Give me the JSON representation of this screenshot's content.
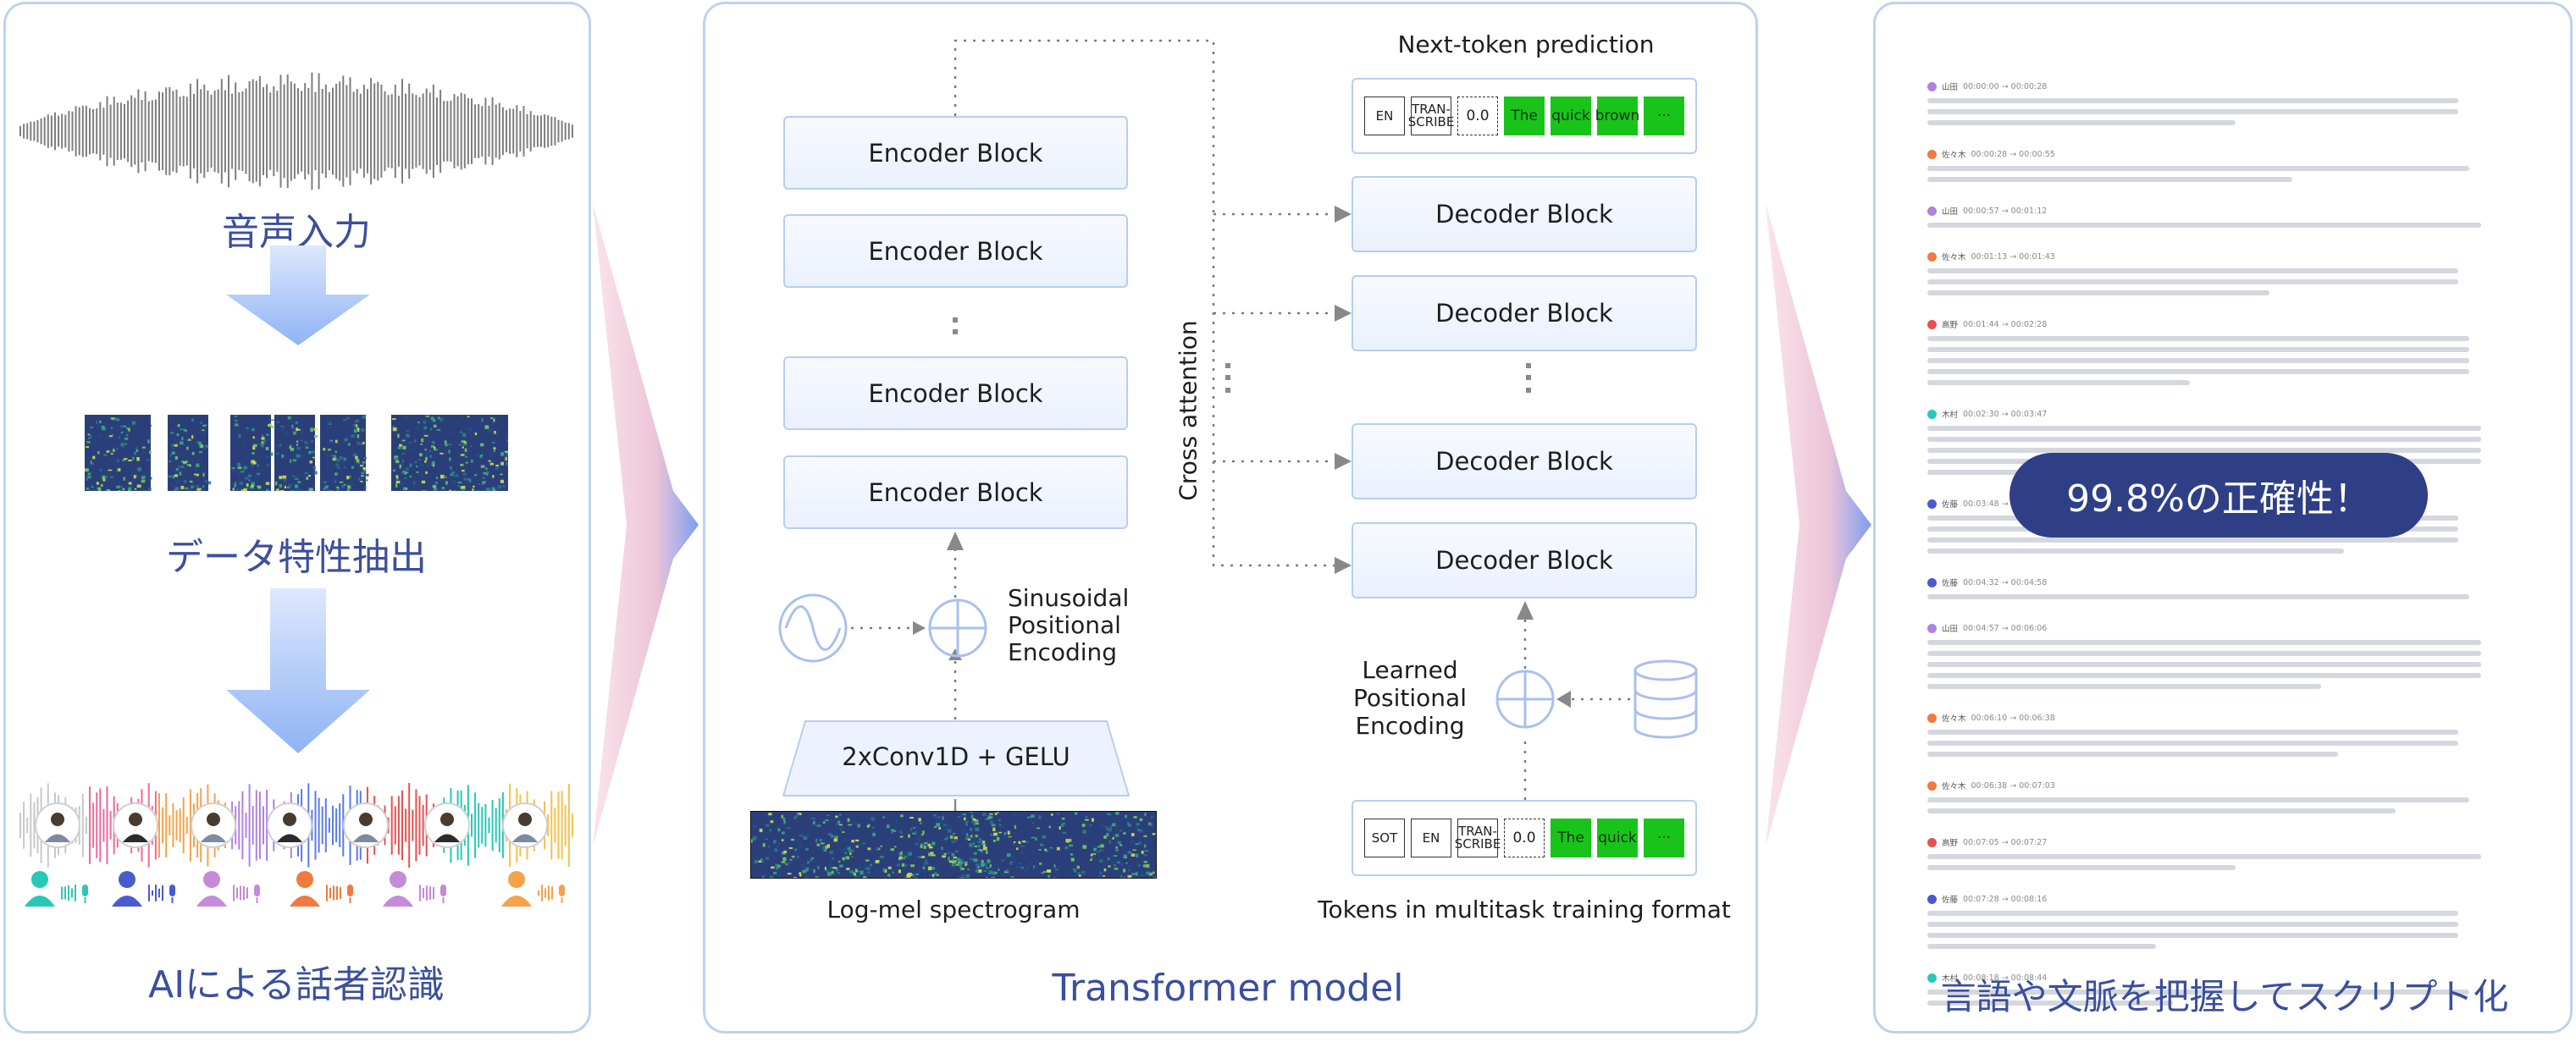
{
  "panels": {
    "speech": {
      "input_label": "音声入力",
      "feature_label": "データ特性抽出",
      "speaker_label": "AIによる話者認識"
    },
    "model": {
      "title": "Transformer model",
      "encoder_block": "Encoder Block",
      "decoder_block": "Decoder Block",
      "conv_block": "2xConv1D + GELU",
      "sinusoidal": [
        "Sinusoidal",
        "Positional",
        "Encoding"
      ],
      "learned": [
        "Learned",
        "Positional",
        "Encoding"
      ],
      "cross_attention": "Cross attention",
      "spectrogram_label": "Log-mel spectrogram",
      "next_token_title": "Next-token prediction",
      "training_format_label": "Tokens in multitask training format",
      "output_tokens": [
        {
          "text": "EN",
          "style": "plain"
        },
        {
          "text": "TRAN-\nSCRIBE",
          "style": "plain"
        },
        {
          "text": "0.0",
          "style": "dash"
        },
        {
          "text": "The",
          "style": "green"
        },
        {
          "text": "quick",
          "style": "green"
        },
        {
          "text": "brown",
          "style": "green"
        },
        {
          "text": "···",
          "style": "green"
        }
      ],
      "input_tokens": [
        {
          "text": "SOT",
          "style": "plain"
        },
        {
          "text": "EN",
          "style": "plain"
        },
        {
          "text": "TRAN-\nSCRIBE",
          "style": "plain"
        },
        {
          "text": "0.0",
          "style": "dash"
        },
        {
          "text": "The",
          "style": "green"
        },
        {
          "text": "quick",
          "style": "green"
        },
        {
          "text": "···",
          "style": "green"
        }
      ]
    },
    "script": {
      "title": "言語や文脈を把握してスクリプト化",
      "badge": "99.8%の正確性！",
      "entries": [
        {
          "speaker": "山田",
          "time": "00:00:00 → 00:00:28",
          "color": "#b180e0",
          "lines": 3
        },
        {
          "speaker": "佐々木",
          "time": "00:00:28 → 00:00:55",
          "color": "#f07a40",
          "lines": 2
        },
        {
          "speaker": "山田",
          "time": "00:00:57 → 00:01:12",
          "color": "#b180e0",
          "lines": 1
        },
        {
          "speaker": "佐々木",
          "time": "00:01:13 → 00:01:43",
          "color": "#f07a40",
          "lines": 3
        },
        {
          "speaker": "高野",
          "time": "00:01:44 → 00:02:28",
          "color": "#e85050",
          "lines": 5
        },
        {
          "speaker": "木村",
          "time": "00:02:30 → 00:03:47",
          "color": "#28c8b8",
          "lines": 5
        },
        {
          "speaker": "佐藤",
          "time": "00:03:48 → 00:04:31",
          "color": "#4a5bd0",
          "lines": 4
        },
        {
          "speaker": "佐藤",
          "time": "00:04:32 → 00:04:58",
          "color": "#4a5bd0",
          "lines": 1
        },
        {
          "speaker": "山田",
          "time": "00:04:57 → 00:06:06",
          "color": "#b180e0",
          "lines": 5
        },
        {
          "speaker": "佐々木",
          "time": "00:06:10 → 00:06:38",
          "color": "#f07a40",
          "lines": 3
        },
        {
          "speaker": "佐々木",
          "time": "00:06:38 → 00:07:03",
          "color": "#f07a40",
          "lines": 2
        },
        {
          "speaker": "高野",
          "time": "00:07:05 → 00:07:27",
          "color": "#e85050",
          "lines": 2
        },
        {
          "speaker": "佐藤",
          "time": "00:07:28 → 00:08:16",
          "color": "#4a5bd0",
          "lines": 4
        },
        {
          "speaker": "木村",
          "time": "00:08:18 → 00:08:44",
          "color": "#28c8b8",
          "lines": 2
        }
      ]
    }
  },
  "colors": {
    "accent": "#3b4f9c",
    "border": "#bcd3ef",
    "green_token": "#19c41a",
    "badge": "#2e3f86"
  }
}
